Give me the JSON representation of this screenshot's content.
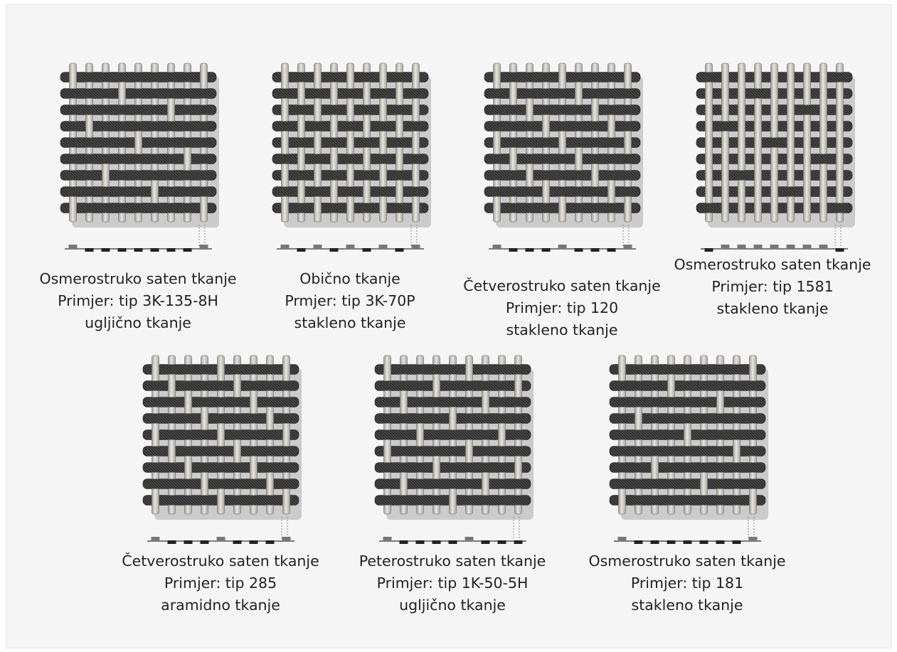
{
  "swatch_colors": {
    "weft": "#2e2e2e",
    "warp": "#e9e6df",
    "shadow": "#9a9a9a",
    "caption_text": "#222222"
  },
  "weaves": [
    {
      "pattern": "8-harness-satin-1",
      "caption": {
        "line1": "Osmerostruko saten tkanje",
        "line2": "Primjer: tip 3K-135-8H",
        "line3": "ugljično tkanje"
      }
    },
    {
      "pattern": "plain",
      "caption": {
        "line1": "Obično tkanje",
        "line2": "Prmjer: tip 3K-70P",
        "line3": "stakleno tkanje"
      }
    },
    {
      "pattern": "4-harness-satin",
      "caption": {
        "line1": "Četverostruko saten tkanje",
        "line2": "Primjer: tip 120",
        "line3": "stakleno tkanje"
      }
    },
    {
      "pattern": "8-harness-satin-2",
      "caption": {
        "line1": "Osmerostruko saten tkanje",
        "line2": "Primjer: tip 1581",
        "line3": "stakleno tkanje"
      }
    },
    {
      "pattern": "4-harness-satin",
      "caption": {
        "line1": "Četverostruko saten tkanje",
        "line2": "Primjer: tip 285",
        "line3": "aramidno tkanje"
      }
    },
    {
      "pattern": "5-harness-satin",
      "caption": {
        "line1": "Peterostruko saten tkanje",
        "line2": "Primjer: tip 1K-50-5H",
        "line3": "ugljično tkanje"
      }
    },
    {
      "pattern": "8-harness-satin-1",
      "caption": {
        "line1": "Osmerostruko saten tkanje",
        "line2": "Primjer: tip 181",
        "line3": "stakleno tkanje"
      }
    }
  ]
}
